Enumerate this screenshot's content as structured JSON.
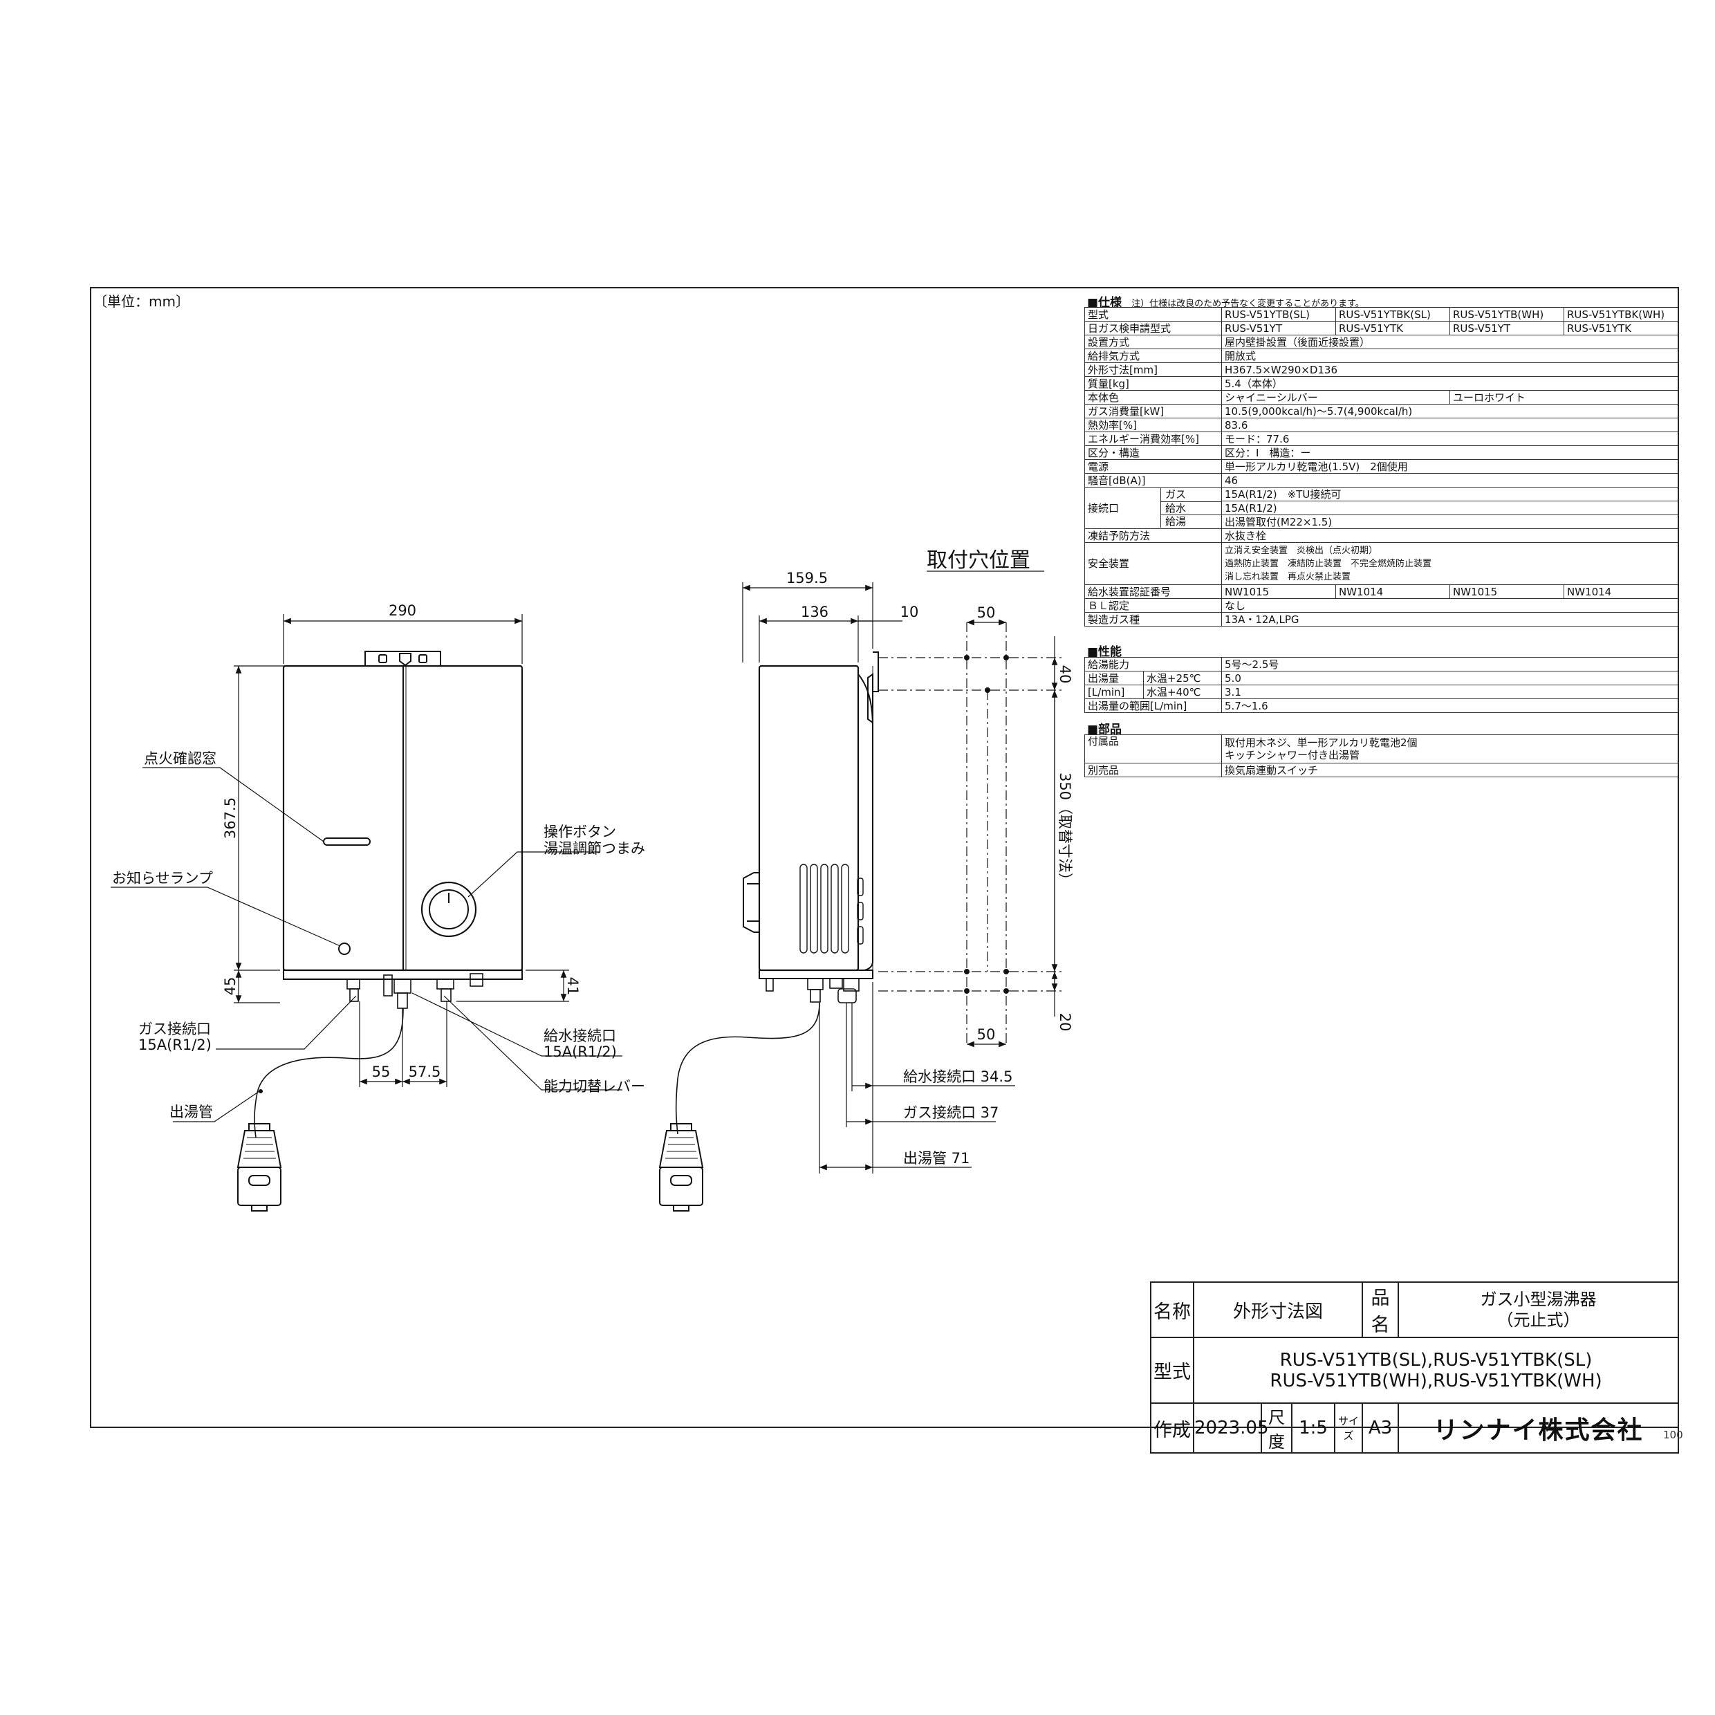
{
  "unit_note": "〔単位：mm〕",
  "sections": {
    "spec_title": "■仕様",
    "spec_note": "注）仕様は改良のため予告なく変更することがあります。",
    "perf_title": "■性能",
    "parts_title": "■部品"
  },
  "spec_rows": {
    "model": {
      "label": "型式",
      "values": [
        "RUS-V51YTB(SL)",
        "RUS-V51YTBK(SL)",
        "RUS-V51YTB(WH)",
        "RUS-V51YTBK(WH)"
      ]
    },
    "jga": {
      "label": "日ガス検申請型式",
      "values": [
        "RUS-V51YT",
        "RUS-V51YTK",
        "RUS-V51YT",
        "RUS-V51YTK"
      ]
    },
    "install": {
      "label": "設置方式",
      "value": "屋内壁掛設置（後面近接設置）"
    },
    "exhaust": {
      "label": "給排気方式",
      "value": "開放式"
    },
    "dimensions": {
      "label": "外形寸法[mm]",
      "value": "H367.5×W290×D136"
    },
    "mass": {
      "label": "質量[kg]",
      "value": "5.4（本体）"
    },
    "color": {
      "label": "本体色",
      "values": [
        "シャイニーシルバー",
        "ユーロホワイト"
      ]
    },
    "gas_consumption": {
      "label": "ガス消費量[kW]",
      "value": "10.5(9,000kcal/h)～5.7(4,900kcal/h)"
    },
    "efficiency": {
      "label": "熱効率[%]",
      "value": "83.6"
    },
    "energy": {
      "label": "エネルギー消費効率[%]",
      "value": "モード：77.6"
    },
    "class": {
      "label": "区分・構造",
      "value": "区分：Ⅰ　構造：ー"
    },
    "power": {
      "label": "電源",
      "value": "単一形アルカリ乾電池(1.5V)　2個使用"
    },
    "noise": {
      "label": "騒音[dB(A)]",
      "value": "46"
    },
    "connection": {
      "label": "接続口",
      "rows": [
        {
          "sub": "ガス",
          "value": "15A(R1/2)　※TU接続可"
        },
        {
          "sub": "給水",
          "value": "15A(R1/2)"
        },
        {
          "sub": "給湯",
          "value": "出湯管取付(M22×1.5)"
        }
      ]
    },
    "freeze": {
      "label": "凍結予防方法",
      "value": "水抜き栓"
    },
    "safety": {
      "label": "安全装置",
      "lines": [
        "立消え安全装置　炎検出（点火初期）",
        "過熱防止装置　凍結防止装置　不完全燃焼防止装置",
        "消し忘れ装置　再点火禁止装置"
      ]
    },
    "certification": {
      "label": "給水装置認証番号",
      "values": [
        "NW1015",
        "NW1014",
        "NW1015",
        "NW1014"
      ]
    },
    "bl": {
      "label": "ＢＬ認定",
      "value": "なし"
    },
    "gas_type": {
      "label": "製造ガス種",
      "value": "13A・12A,LPG"
    }
  },
  "perf_rows": {
    "capacity": {
      "label": "給湯能力",
      "value": "5号～2.5号"
    },
    "flow_label_1": "出湯量",
    "flow_label_2": "[L/min]",
    "flow_25": {
      "sub": "水温+25℃",
      "value": "5.0"
    },
    "flow_40": {
      "sub": "水温+40℃",
      "value": "3.1"
    },
    "range": {
      "label": "出湯量の範囲[L/min]",
      "value": "5.7～1.6"
    }
  },
  "parts_rows": {
    "accessories": {
      "label": "付属品",
      "lines": [
        "取付用木ネジ、単一形アルカリ乾電池2個",
        "キッチンシャワー付き出湯管"
      ]
    },
    "optional": {
      "label": "別売品",
      "value": "換気扇連動スイッチ"
    }
  },
  "drawing": {
    "mount_title": "取付穴位置",
    "labels": {
      "ignition_window": "点火確認窓",
      "notice_lamp": "お知らせランプ",
      "op_button_1": "操作ボタン",
      "op_button_2": "湯温調節つまみ",
      "gas_inlet_1": "ガス接続口",
      "gas_inlet_2": "15A(R1/2)",
      "water_inlet_1": "給水接続口",
      "water_inlet_2": "15A(R1/2)",
      "capacity_lever": "能力切替レバー",
      "outlet_pipe": "出湯管",
      "side_water": "給水接続口 34.5",
      "side_gas": "ガス接続口 37",
      "side_outlet": "出湯管 71"
    },
    "dims": {
      "width": "290",
      "height": "367.5",
      "bottom_45": "45",
      "bottom_41": "41",
      "d55": "55",
      "d57_5": "57.5",
      "depth_159_5": "159.5",
      "depth_136": "136",
      "gap_10": "10",
      "hole_50_top": "50",
      "hole_50_bottom": "50",
      "hole_40": "40",
      "hole_350": "350（取替寸法）",
      "hole_20": "20"
    }
  },
  "title_block": {
    "name_label": "名称",
    "name_value": "外形寸法図",
    "product_label": "品名",
    "product_value_1": "ガス小型湯沸器",
    "product_value_2": "（元止式）",
    "model_label": "型式",
    "model_value_1": "RUS-V51YTB(SL),RUS-V51YTBK(SL)",
    "model_value_2": "RUS-V51YTB(WH),RUS-V51YTBK(WH)",
    "created_label": "作成",
    "created_value": "2023.05",
    "scale_label": "尺度",
    "scale_value": "1:5",
    "size_label": "サイズ",
    "size_value": "A3",
    "company": "リンナイ株式会社"
  },
  "sheet_no": "100"
}
